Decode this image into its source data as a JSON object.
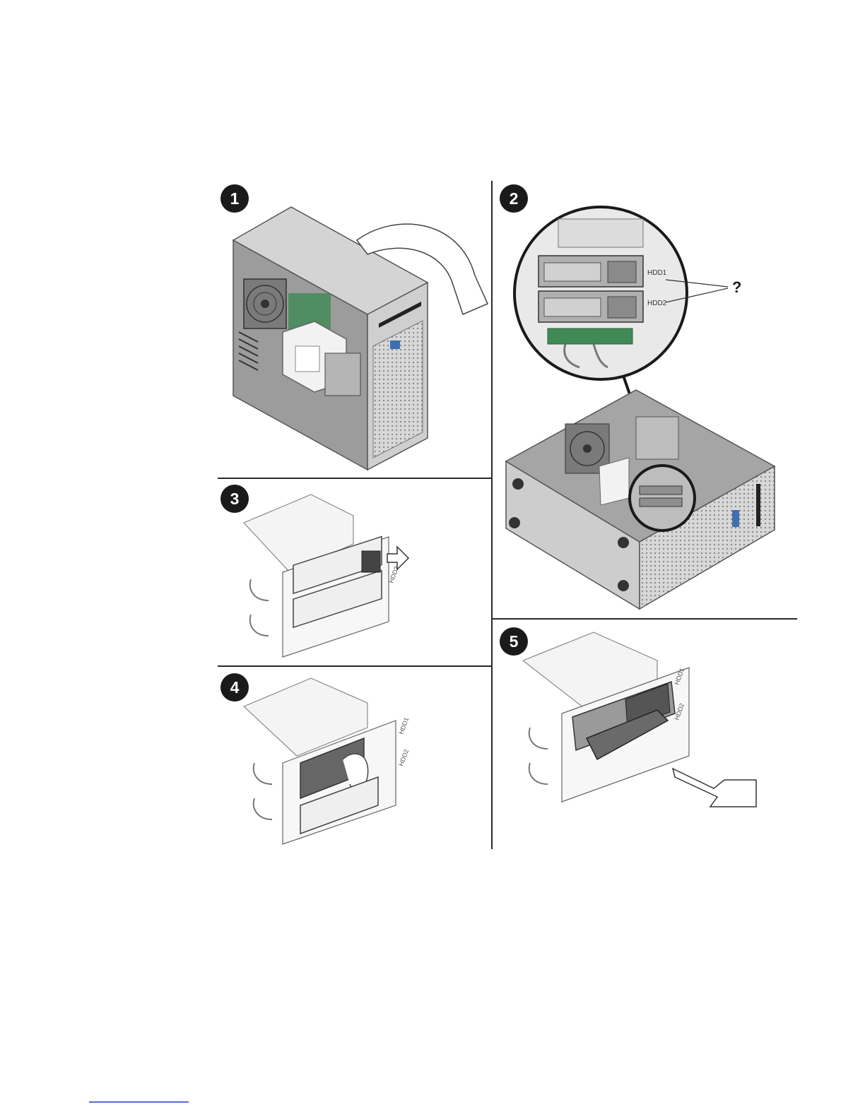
{
  "figure": {
    "steps": [
      {
        "number": "1"
      },
      {
        "number": "2"
      },
      {
        "number": "3"
      },
      {
        "number": "4"
      },
      {
        "number": "5"
      }
    ],
    "labels": {
      "hdd1": "HDD1",
      "hdd2": "HDD2",
      "callout": "?"
    }
  },
  "colors": {
    "line": "#2a2a2a",
    "badge": "#1a1a1a",
    "metal": "#c9c9c9",
    "metal_dark": "#8f8f8f",
    "board": "#3f8a55",
    "accent_blue": "#3e6fb0"
  }
}
